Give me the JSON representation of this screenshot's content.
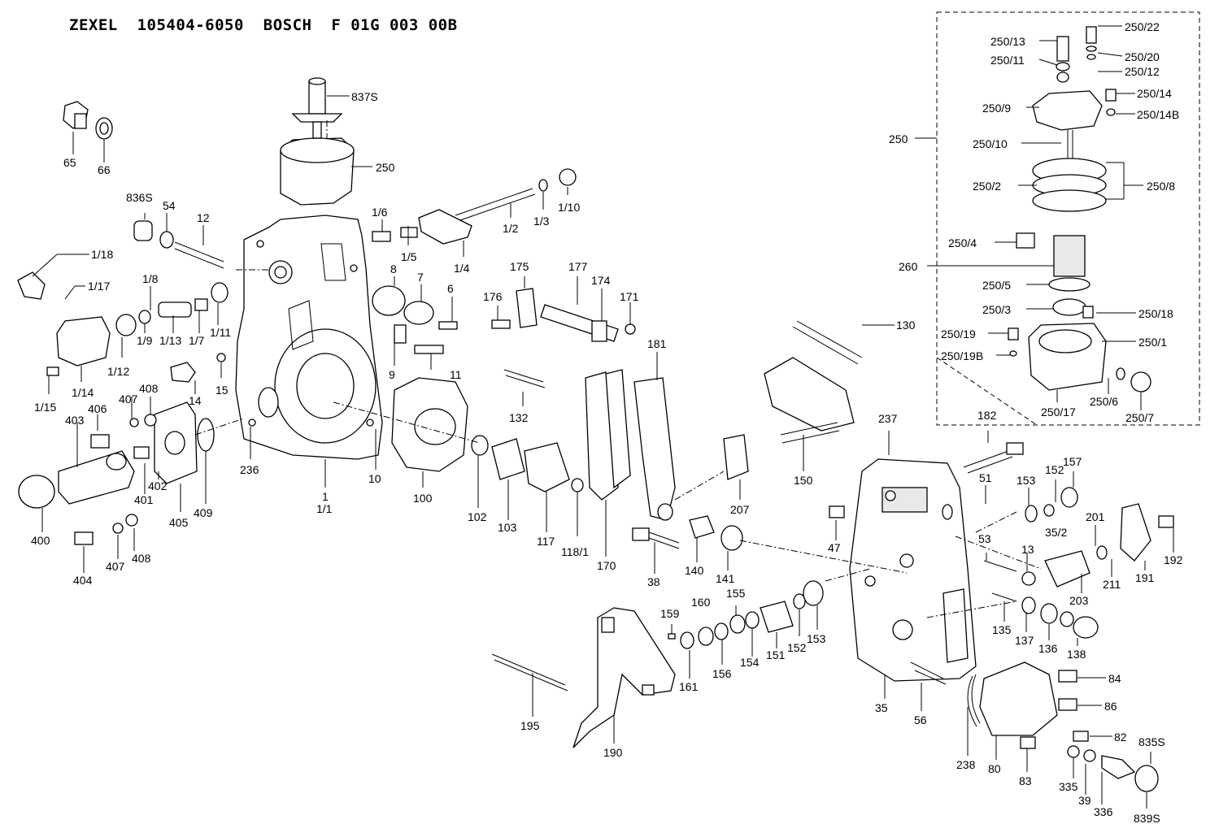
{
  "header": {
    "title": "ZEXEL  105404-6050  BOSCH  F 01G 003 00B"
  },
  "diagram": {
    "labels": {
      "l837S": "837S",
      "l250": "250",
      "l65": "65",
      "l66": "66",
      "l836S": "836S",
      "l54": "54",
      "l12": "12",
      "l1_18": "1/18",
      "l1_17": "1/17",
      "l1_8": "1/8",
      "l1_9": "1/9",
      "l1_13": "1/13",
      "l1_7": "1/7",
      "l1_11": "1/11",
      "l1_12": "1/12",
      "l1_14": "1/14",
      "l1_15": "1/15",
      "l14": "14",
      "l15": "15",
      "l1_6": "1/6",
      "l1_5": "1/5",
      "l1_4": "1/4",
      "l1_2": "1/2",
      "l1_3": "1/3",
      "l1_10": "1/10",
      "l8": "8",
      "l7": "7",
      "l6": "6",
      "l9": "9",
      "l11": "11",
      "l175": "175",
      "l177": "177",
      "l176": "176",
      "l174": "174",
      "l171": "171",
      "l132": "132",
      "l181": "181",
      "l130": "130",
      "l406": "406",
      "l407a": "407",
      "l408a": "408",
      "l403": "403",
      "l401": "401",
      "l402": "402",
      "l400": "400",
      "l405": "405",
      "l409": "409",
      "l236": "236",
      "l1": "1",
      "l1_1": "1/1",
      "l10": "10",
      "l100": "100",
      "l102": "102",
      "l103": "103",
      "l117": "117",
      "l118_1": "118/1",
      "l170": "170",
      "l207": "207",
      "l150": "150",
      "l237": "237",
      "l182": "182",
      "l51": "51",
      "l153a": "153",
      "l152a": "152",
      "l157": "157",
      "l35_2": "35/2",
      "l47": "47",
      "l53": "53",
      "l13": "13",
      "l201": "201",
      "l211": "211",
      "l191": "191",
      "l192": "192",
      "l203": "203",
      "l404": "404",
      "l407b": "407",
      "l408b": "408",
      "l38": "38",
      "l140": "140",
      "l141": "141",
      "l159": "159",
      "l160": "160",
      "l155": "155",
      "l161": "161",
      "l156": "156",
      "l154": "154",
      "l151": "151",
      "l152b": "152",
      "l153b": "153",
      "l135": "135",
      "l137": "137",
      "l136": "136",
      "l138": "138",
      "l195": "195",
      "l190": "190",
      "l35": "35",
      "l56": "56",
      "l84": "84",
      "l86": "86",
      "l82": "82",
      "l835S": "835S",
      "l238": "238",
      "l80": "80",
      "l83": "83",
      "l335": "335",
      "l39": "39",
      "l336": "336",
      "l839S": "839S",
      "l250_13": "250/13",
      "l250_22": "250/22",
      "l250_11": "250/11",
      "l250_20": "250/20",
      "l250_12": "250/12",
      "l250_14": "250/14",
      "l250_9": "250/9",
      "l250_14B": "250/14B",
      "l250b": "250",
      "l250_10": "250/10",
      "l250_2": "250/2",
      "l250_8": "250/8",
      "l250_4": "250/4",
      "l260": "260",
      "l250_5": "250/5",
      "l250_3": "250/3",
      "l250_18": "250/18",
      "l250_19": "250/19",
      "l250_1": "250/1",
      "l250_19B": "250/19B",
      "l250_6": "250/6",
      "l250_17": "250/17",
      "l250_7": "250/7"
    }
  }
}
